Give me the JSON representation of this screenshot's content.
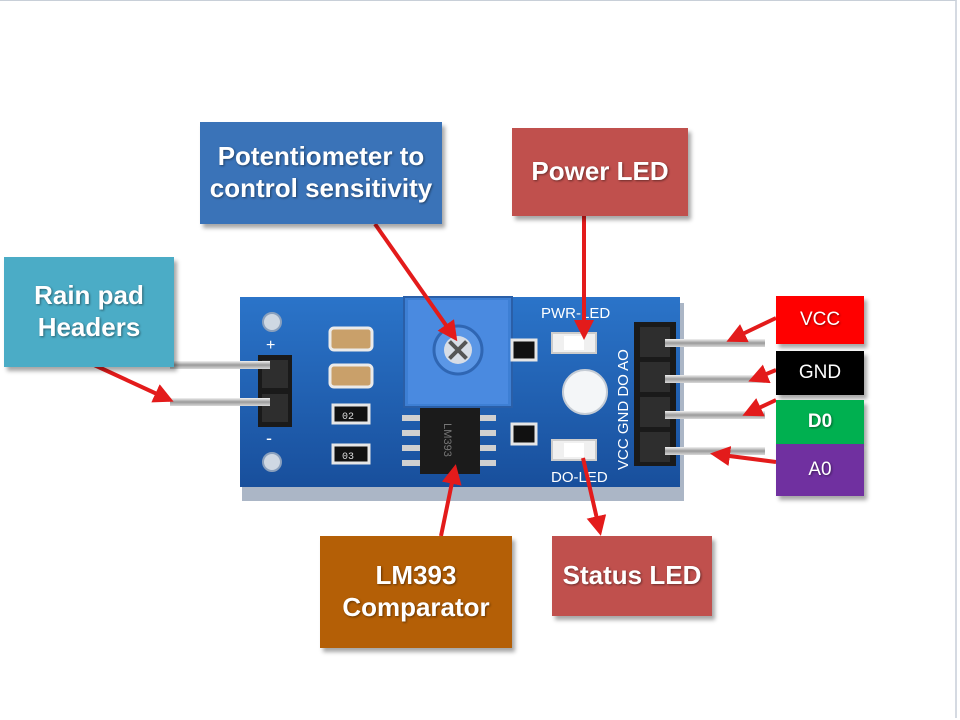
{
  "labels": {
    "potentiometer": "Potentiometer to control sensitivity",
    "power_led": "Power LED",
    "rain_pad": "Rain pad Headers",
    "comparator": "LM393 Comparator",
    "status_led": "Status LED"
  },
  "pins": {
    "vcc": "VCC",
    "gnd": "GND",
    "d0": "D0",
    "a0": "A0"
  },
  "board_silkscreen": {
    "pwr_led": "PWR-LED",
    "do_led": "DO-LED",
    "pin_row": "VCC GND DO AO",
    "chip": "LM393",
    "plus": "+",
    "minus": "-",
    "r2": "02",
    "r3": "03"
  },
  "colors": {
    "potentiometer": "#3a73b8",
    "power_led": "#c0504d",
    "rain_pad": "#4bacc6",
    "comparator": "#b45f06",
    "status_led": "#c0504d",
    "vcc": "#ff0000",
    "gnd": "#000000",
    "d0": "#00b050",
    "a0": "#7030a0",
    "pcb": "#1f5fb0",
    "arrow": "#e31b1b"
  }
}
